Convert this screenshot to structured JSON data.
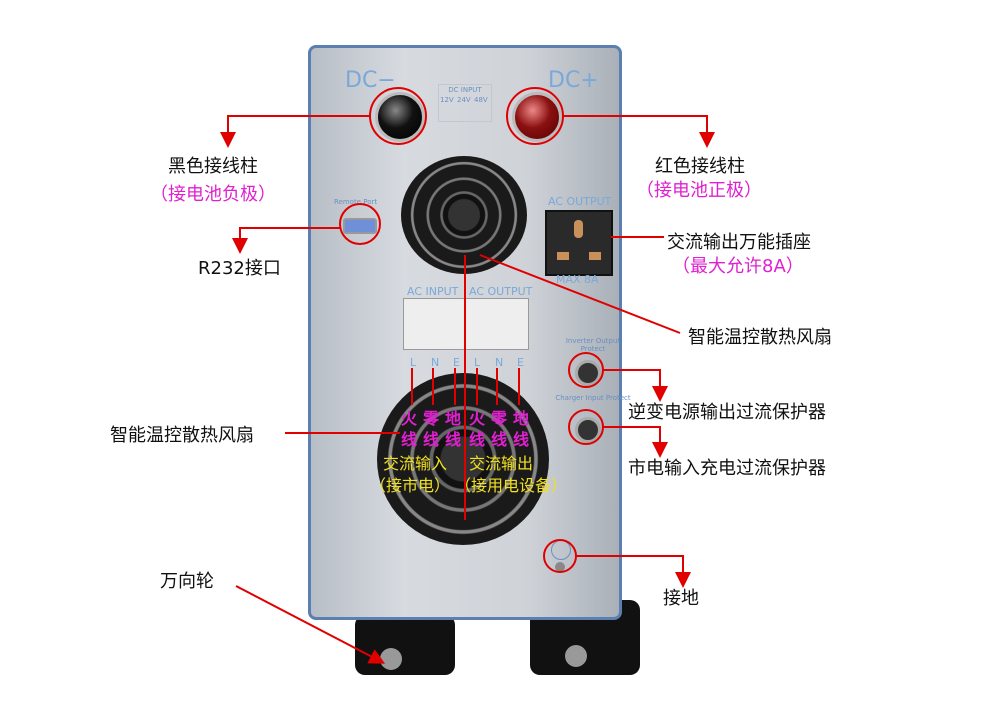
{
  "device": {
    "dc_minus": "DC−",
    "dc_plus": "DC+",
    "dc_input": "DC INPUT",
    "dc_voltages": [
      "12V",
      "24V",
      "48V"
    ],
    "remote_port": "Remote Port",
    "ac_output_socket": "AC OUTPUT",
    "max_current": "MAX 8A",
    "ac_input_header": "AC INPUT",
    "ac_output_header": "AC OUTPUT",
    "terminals": [
      "L",
      "N",
      "E",
      "L",
      "N",
      "E"
    ],
    "inverter_protect": "Inverter Output Protect",
    "charger_protect": "Charger Input Protect"
  },
  "overlay": {
    "wire_names_top": [
      "火",
      "零",
      "地",
      "火",
      "零",
      "地"
    ],
    "wire_names_bottom": [
      "线",
      "线",
      "线",
      "线",
      "线",
      "线"
    ],
    "ac_in": "交流输入",
    "ac_out": "交流输出",
    "ac_in_note": "（接市电）",
    "ac_out_note": "（接用电设备）"
  },
  "annotations": {
    "black_post": "黑色接线柱",
    "black_post_note": "（接电池负极）",
    "red_post": "红色接线柱",
    "red_post_note": "（接电池正极）",
    "r232": "R232接口",
    "socket": "交流输出万能插座",
    "socket_note": "（最大允许8A）",
    "fan_right": "智能温控散热风扇",
    "inverter_breaker": "逆变电源输出过流保护器",
    "charger_breaker": "市电输入充电过流保护器",
    "fan_left": "智能温控散热风扇",
    "caster": "万向轮",
    "ground": "接地"
  },
  "colors": {
    "annotation_line": "#e00000",
    "note": "#e020d0",
    "overlay_yellow": "#f0e020"
  }
}
